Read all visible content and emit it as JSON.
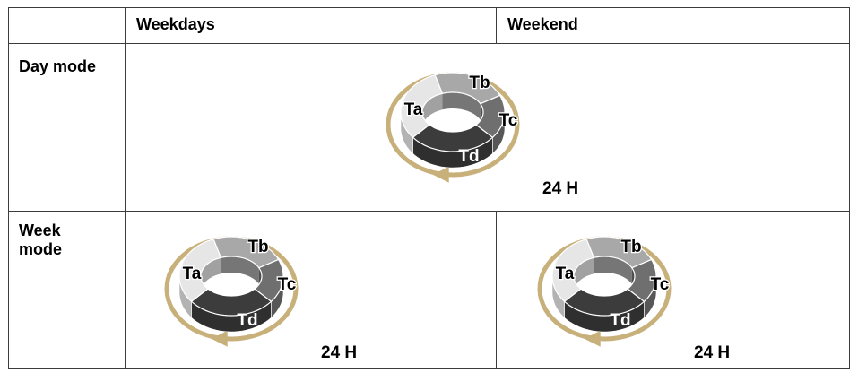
{
  "table": {
    "header": {
      "col1": "Weekdays",
      "col2": "Weekend"
    },
    "rows": [
      {
        "label": "Day mode"
      },
      {
        "label": "Week\nmode"
      }
    ]
  },
  "ring": {
    "segments": [
      "Ta",
      "Tb",
      "Tc",
      "Td"
    ],
    "period": "24 H"
  },
  "colors": {
    "border": "#3c3c3c",
    "arrow": "#c8b07a",
    "ta": "#e6e6e6",
    "tb": "#a8a8a8",
    "tc": "#6f6f6f",
    "td": "#3c3c3c"
  }
}
